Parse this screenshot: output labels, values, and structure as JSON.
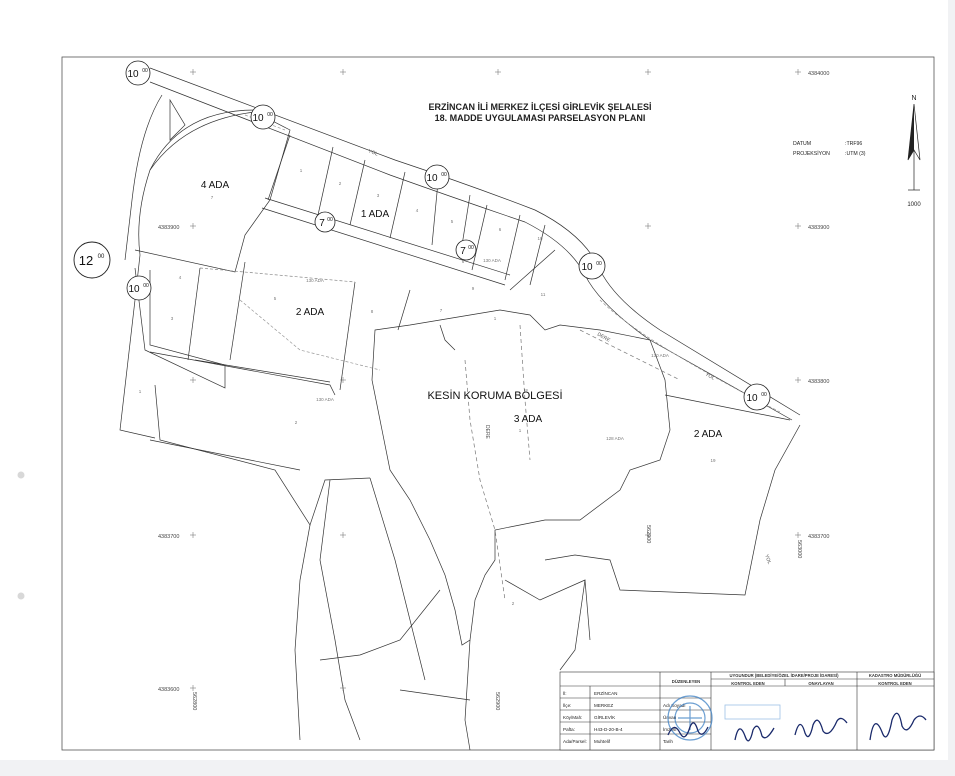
{
  "title": {
    "line1": "ERZİNCAN İLİ MERKEZ İLÇESİ GİRLEVİK ŞELALESİ",
    "line2": "18. MADDE UYGULAMASI PARSELASYON PLANI"
  },
  "north": {
    "label": "N",
    "scale": "1000"
  },
  "datum": {
    "datum_label": "DATUM",
    "datum_value": ":TRF96",
    "projection_label": "PROJEKSİYON",
    "projection_value": ":UTM (3)"
  },
  "coords": {
    "y_4384000": "4384000",
    "y_4383900_left": "4383900",
    "y_4383900_right": "4383900",
    "y_4383800": "4383800",
    "y_4383700_left": "4383700",
    "y_4383700_right": "4383700",
    "y_4383600": "4383600",
    "x_562900_a": "562900",
    "x_562800": "562800",
    "x_562900_b": "562900",
    "x_563000": "563000"
  },
  "ada_labels": {
    "ada4": "4 ADA",
    "ada1": "1 ADA",
    "ada2_left": "2 ADA",
    "ada3": "3 ADA",
    "ada2_right": "2 ADA",
    "kesin": "KESİN KORUMA BÖLGESİ"
  },
  "faint_ada": {
    "f1": "130 ADA",
    "f2": "130 ADA",
    "f3": "130 ADA",
    "f4": "128 ADA",
    "f5": "130 ADA"
  },
  "road_labels": {
    "yol1": "YOL",
    "yol2": "YOL",
    "yol3": "YOL",
    "dere1": "DERE",
    "dere2": "DERE"
  },
  "road_widths": [
    {
      "main": "10",
      "sup": "00"
    },
    {
      "main": "10",
      "sup": "00"
    },
    {
      "main": "10",
      "sup": "00"
    },
    {
      "main": "7",
      "sup": "00"
    },
    {
      "main": "7",
      "sup": "00"
    },
    {
      "main": "12",
      "sup": "00"
    },
    {
      "main": "10",
      "sup": "00"
    },
    {
      "main": "10",
      "sup": "00"
    },
    {
      "main": "10",
      "sup": "00"
    }
  ],
  "parcel_numbers": [
    "1",
    "2",
    "3",
    "4",
    "5",
    "6",
    "7",
    "8",
    "9",
    "10",
    "11",
    "1",
    "2",
    "3",
    "4",
    "5",
    "6",
    "7",
    "1",
    "2",
    "1",
    "19"
  ],
  "title_block": {
    "rows": [
      {
        "label": "İl:",
        "value": "ERZİNCAN"
      },
      {
        "label": "İlçe:",
        "value": "MERKEZ"
      },
      {
        "label": "Köy/Mah:",
        "value": "GİRLEVİK"
      },
      {
        "label": "Pafta:",
        "value": "H43-D-20-B-4"
      },
      {
        "label": "Ada/Parsel:",
        "value": "Muhtelif"
      }
    ],
    "duzenleyen": "DÜZENLEYEN",
    "duz_rows": [
      "Adı Soyadı",
      "Ünvan",
      "İmzası",
      "Tarih"
    ],
    "uygundur": "UYGUNDUR (BELEDİYE/ÖZEL İDARE/PROJE İDARESİ)",
    "kontrol_eden": "KONTROL EDEN",
    "onaylayan": "ONAYLAYAN",
    "kadastro": "KADASTRO MÜDÜRLÜĞÜ",
    "kadastro_kontrol": "KONTROL EDEN"
  },
  "colors": {
    "line": "#333333",
    "stamp": "#3b7fc4",
    "signature": "#1a2a6b"
  }
}
